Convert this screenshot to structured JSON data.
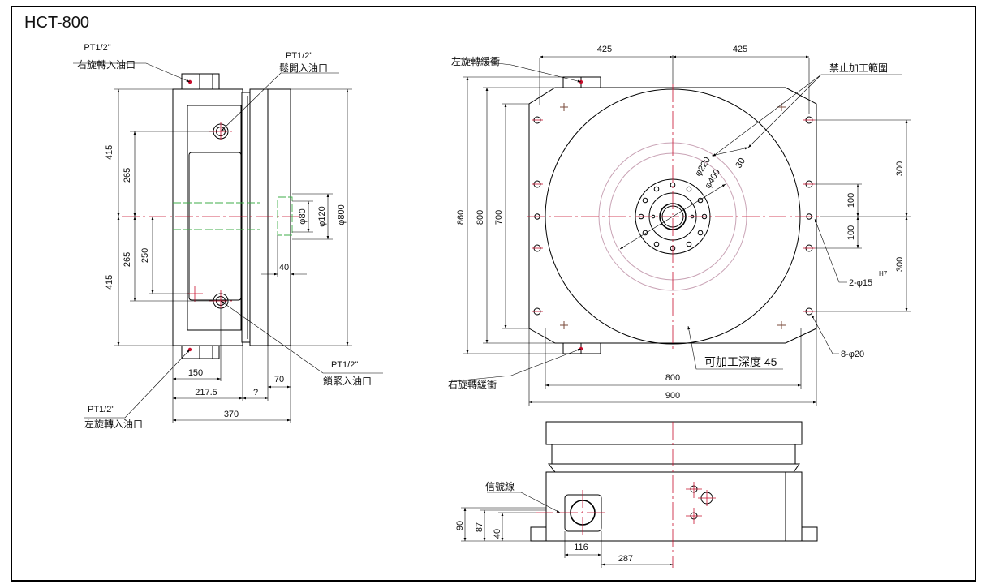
{
  "title": "HCT-800",
  "colors": {
    "outline": "#000000",
    "centerline": "#c8102e",
    "circle": "#c9a3b5",
    "hidden": "#3fae49"
  },
  "side_view": {
    "pt1_a": "PT1/2\"",
    "label_a": "右旋轉入油口",
    "pt1_b": "PT1/2\"",
    "label_b": "鬆開入油口",
    "pt1_c": "PT1/2\"",
    "label_c": "鎖緊入油口",
    "pt1_d": "PT1/2\"",
    "label_d": "左旋轉入油口",
    "d415_top": "415",
    "d265_top": "265",
    "d265_bot": "265",
    "d415_bot": "415",
    "d250": "250",
    "d150": "150",
    "d2175": "217.5",
    "dq": "?",
    "d70": "70",
    "d370": "370",
    "d40": "40",
    "phi80": "φ80",
    "phi120": "φ120",
    "phi800": "φ800"
  },
  "top_view": {
    "label_left_top": "左旋轉緩衝",
    "label_right_bot": "右旋轉緩衝",
    "label_forbidden": "禁止加工範圍",
    "label_depth": "可加工深度 45",
    "d425a": "425",
    "d425b": "425",
    "d860": "860",
    "d800v": "800",
    "d700": "700",
    "d300a": "300",
    "d100a": "100",
    "d100b": "100",
    "d300b": "300",
    "d800h": "800",
    "d900": "900",
    "d30": "30",
    "phi220": "φ220",
    "phi400": "φ400",
    "hole_a": "2-φ15",
    "hole_a_tol": "H7",
    "hole_b": "8-φ20"
  },
  "front_view": {
    "label_signal": "信號線",
    "d90": "90",
    "d87": "87",
    "d40": "40",
    "d116": "116",
    "d287": "287"
  }
}
